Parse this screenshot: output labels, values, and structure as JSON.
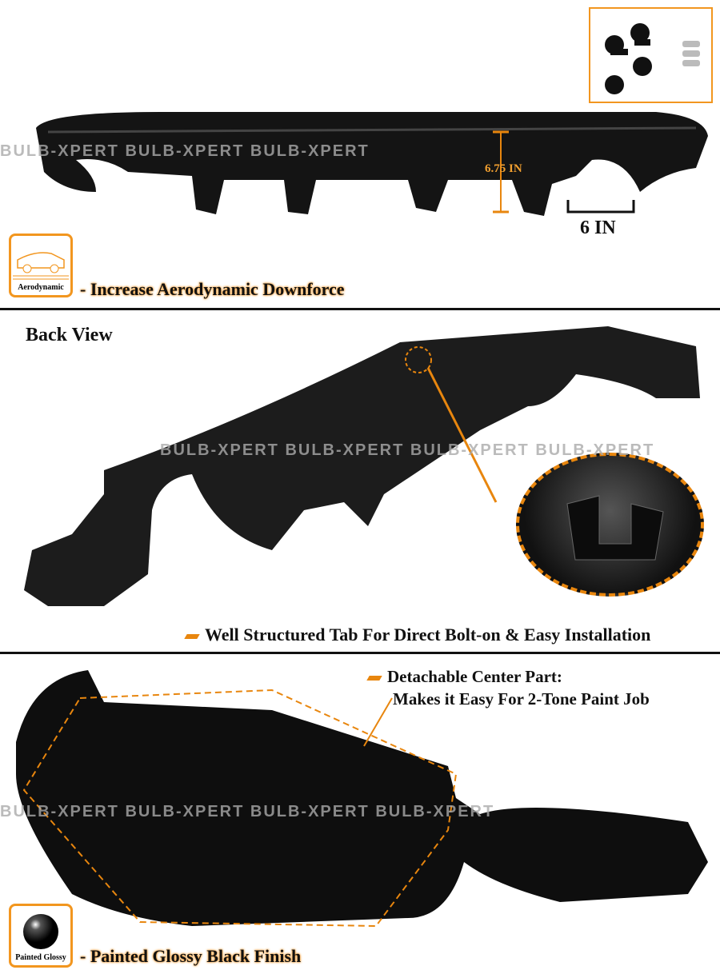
{
  "panel1": {
    "dimension_height": "6.75 IN",
    "dimension_width": "6 IN",
    "badge_label": "Aerodynamic",
    "caption": "- Increase Aerodynamic Downforce",
    "watermark": "BULB-XPERT BULB-XPERT BULB-XPERT"
  },
  "panel2": {
    "title": "Back View",
    "caption": "Well Structured Tab For Direct Bolt-on & Easy Installation",
    "watermark": "BULB-XPERT BULB-XPERT BULB-XPERT BULB-XPERT"
  },
  "panel3": {
    "callout_line1": "Detachable Center Part:",
    "callout_line2": "Makes it Easy For 2-Tone Paint Job",
    "badge_label": "Painted Glossy",
    "caption": "- Painted Glossy Black Finish",
    "watermark": "BULB-XPERT BULB-XPERT BULB-XPERT BULB-XPERT"
  },
  "colors": {
    "accent": "#f2961f",
    "product": "#111111"
  }
}
